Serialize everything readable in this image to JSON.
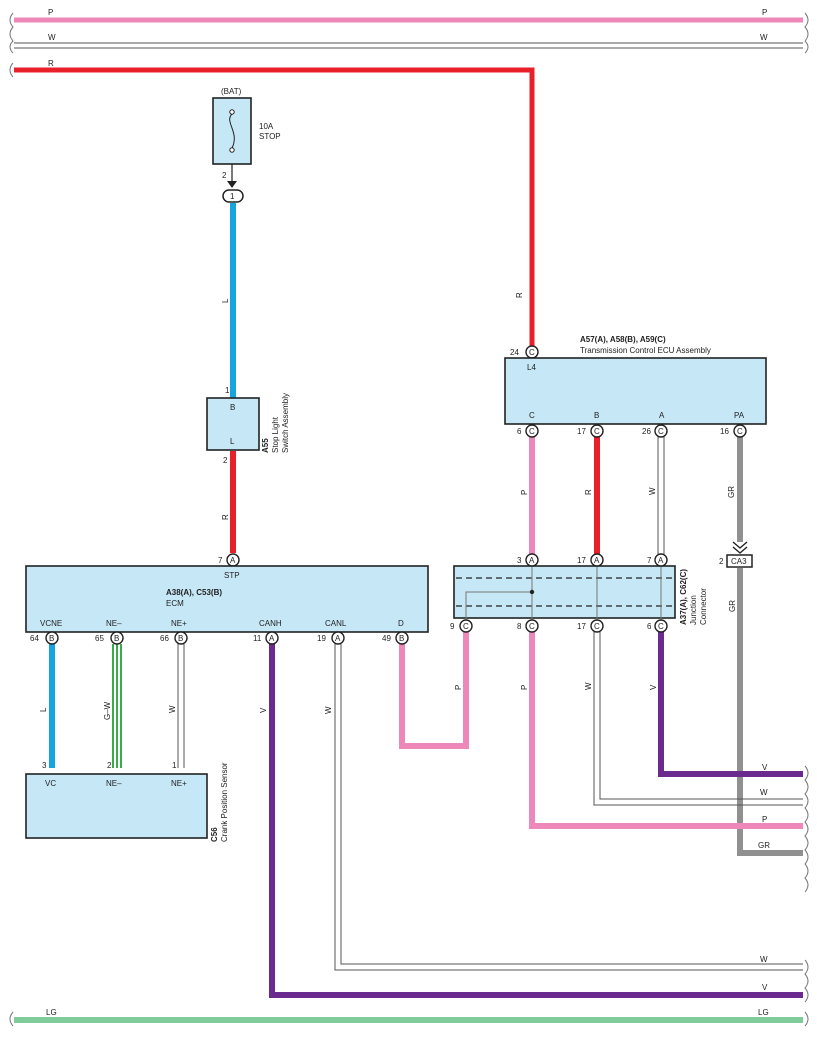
{
  "buses": {
    "top_p": "P",
    "top_w": "W",
    "top_r": "R",
    "bottom_lg": "LG"
  },
  "fuse": {
    "supply": "(BAT)",
    "rating": "10A",
    "name": "STOP",
    "pin": "2",
    "junction": "1"
  },
  "stop_switch": {
    "code": "A55",
    "name_line1": "Stop Light",
    "name_line2": "Switch Assembly",
    "term_top": "B",
    "term_bottom": "L",
    "pin_top": "1",
    "pin_bottom": "2"
  },
  "ecm": {
    "code": "A38(A), C53(B)",
    "name": "ECM",
    "stp_label": "STP",
    "stp_pin": "7",
    "stp_conn": "A",
    "terminals": [
      {
        "name": "VCNE",
        "pin": "64",
        "conn": "B"
      },
      {
        "name": "NE–",
        "pin": "65",
        "conn": "B"
      },
      {
        "name": "NE+",
        "pin": "66",
        "conn": "B"
      },
      {
        "name": "CANH",
        "pin": "11",
        "conn": "A"
      },
      {
        "name": "CANL",
        "pin": "19",
        "conn": "A"
      },
      {
        "name": "D",
        "pin": "49",
        "conn": "B"
      }
    ]
  },
  "sensor": {
    "code": "C56",
    "name": "Crank Position Sensor",
    "terminals": [
      {
        "name": "VC",
        "pin": "3"
      },
      {
        "name": "NE–",
        "pin": "2"
      },
      {
        "name": "NE+",
        "pin": "1"
      }
    ]
  },
  "tcu": {
    "code": "A57(A), A58(B), A59(C)",
    "name": "Transmission Control ECU Assembly",
    "top_terminal": "L4",
    "top_pin": "24",
    "top_conn": "C",
    "terminals": [
      {
        "name": "C",
        "pin": "6",
        "conn": "C"
      },
      {
        "name": "B",
        "pin": "17",
        "conn": "C"
      },
      {
        "name": "A",
        "pin": "26",
        "conn": "C"
      },
      {
        "name": "PA",
        "pin": "16",
        "conn": "C"
      }
    ]
  },
  "junction": {
    "code": "A37(A), C62(C)",
    "name_line1": "Junction",
    "name_line2": "Connector",
    "top_pins": [
      {
        "pin": "3",
        "conn": "A"
      },
      {
        "pin": "17",
        "conn": "A"
      },
      {
        "pin": "7",
        "conn": "A"
      }
    ],
    "bottom_pins": [
      {
        "pin": "9",
        "conn": "C"
      },
      {
        "pin": "8",
        "conn": "C"
      },
      {
        "pin": "17",
        "conn": "C"
      },
      {
        "pin": "6",
        "conn": "C"
      }
    ]
  },
  "ca3": {
    "label": "CA3",
    "pin": "2"
  },
  "wire_labels": {
    "fuse_to_switch": "L",
    "tcu_supply": "R",
    "switch_to_ecm": "R",
    "tcu_c": "P",
    "tcu_b": "R",
    "tcu_a": "W",
    "tcu_pa": "GR",
    "after_ca3": "GR",
    "ecm_vcne": "L",
    "ecm_ne_minus": "G–W",
    "ecm_ne_plus": "W",
    "ecm_canh": "V",
    "ecm_canl": "W",
    "ecm_d": "P",
    "jc_8": "P",
    "jc_17": "W",
    "jc_6": "V",
    "out_v": "V",
    "out_w": "W",
    "out_p": "P",
    "out_gr": "GR",
    "bottom_w": "W",
    "bottom_v": "V"
  },
  "colors": {
    "pink": "#ee88bb",
    "red": "#e8202a",
    "blue": "#14a5e0",
    "purple": "#6a2a8e",
    "green": "#3aaa4a",
    "light_green": "#7fcc9a",
    "gray": "#909090",
    "box_fill": "#c6e7f6"
  }
}
